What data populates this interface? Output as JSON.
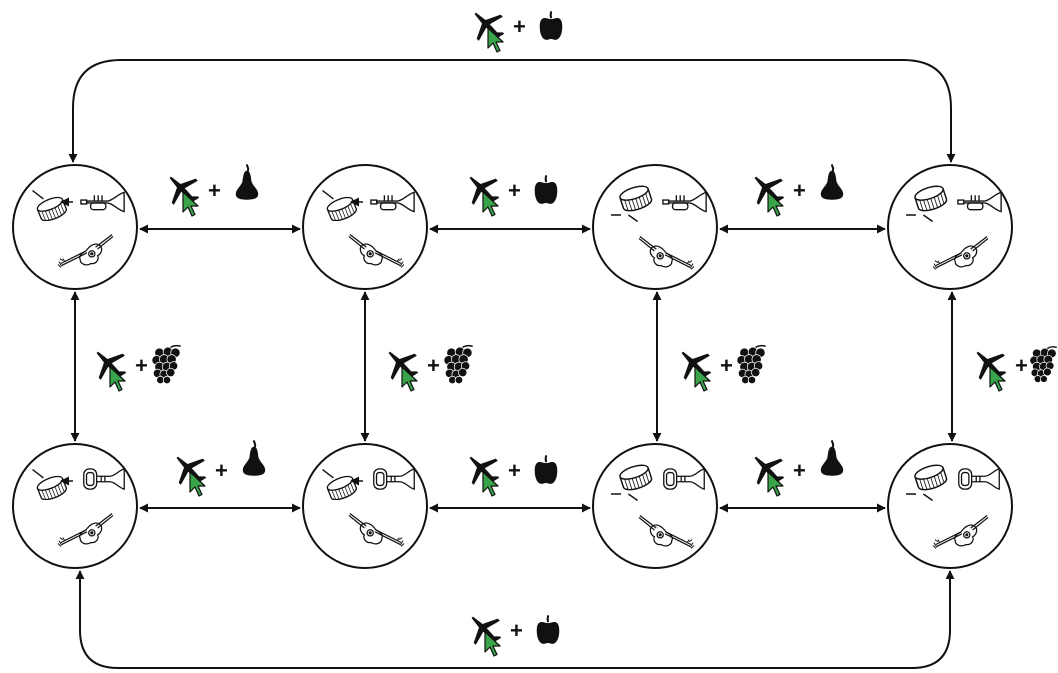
{
  "diagram": {
    "plus_symbol": "+",
    "colors": {
      "line": "#111111",
      "cursor": "#3aa44a",
      "fill": "#ffffff"
    },
    "node_grid": {
      "rows": 2,
      "cols": 4
    },
    "nodes": [
      {
        "id": "n1",
        "drum": "tilted",
        "trumpet": "side",
        "guitar": "right"
      },
      {
        "id": "n2",
        "drum": "tilted",
        "trumpet": "side",
        "guitar": "left"
      },
      {
        "id": "n3",
        "drum": "upright",
        "trumpet": "side",
        "guitar": "left"
      },
      {
        "id": "n4",
        "drum": "upright",
        "trumpet": "side",
        "guitar": "right"
      },
      {
        "id": "n5",
        "drum": "tilted",
        "trumpet": "front",
        "guitar": "right"
      },
      {
        "id": "n6",
        "drum": "tilted",
        "trumpet": "front",
        "guitar": "left"
      },
      {
        "id": "n7",
        "drum": "upright",
        "trumpet": "front",
        "guitar": "left"
      },
      {
        "id": "n8",
        "drum": "upright",
        "trumpet": "front",
        "guitar": "right"
      }
    ],
    "edges": [
      {
        "from": "n1",
        "to": "n2",
        "action": "airplane-cursor-icon",
        "fruit": "pear-icon"
      },
      {
        "from": "n2",
        "to": "n3",
        "action": "airplane-cursor-icon",
        "fruit": "pepper-icon"
      },
      {
        "from": "n3",
        "to": "n4",
        "action": "airplane-cursor-icon",
        "fruit": "pear-icon"
      },
      {
        "from": "n5",
        "to": "n6",
        "action": "airplane-cursor-icon",
        "fruit": "pear-icon"
      },
      {
        "from": "n6",
        "to": "n7",
        "action": "airplane-cursor-icon",
        "fruit": "pepper-icon"
      },
      {
        "from": "n7",
        "to": "n8",
        "action": "airplane-cursor-icon",
        "fruit": "pear-icon"
      },
      {
        "from": "n1",
        "to": "n5",
        "action": "airplane-cursor-icon",
        "fruit": "grapes-icon"
      },
      {
        "from": "n2",
        "to": "n6",
        "action": "airplane-cursor-icon",
        "fruit": "grapes-icon"
      },
      {
        "from": "n3",
        "to": "n7",
        "action": "airplane-cursor-icon",
        "fruit": "grapes-icon"
      },
      {
        "from": "n4",
        "to": "n8",
        "action": "airplane-cursor-icon",
        "fruit": "grapes-icon"
      },
      {
        "from": "n1",
        "to": "n4",
        "action": "airplane-cursor-icon",
        "fruit": "pepper-icon",
        "route": "top-loop"
      },
      {
        "from": "n5",
        "to": "n8",
        "action": "airplane-cursor-icon",
        "fruit": "pepper-icon",
        "route": "bottom-loop"
      }
    ]
  }
}
